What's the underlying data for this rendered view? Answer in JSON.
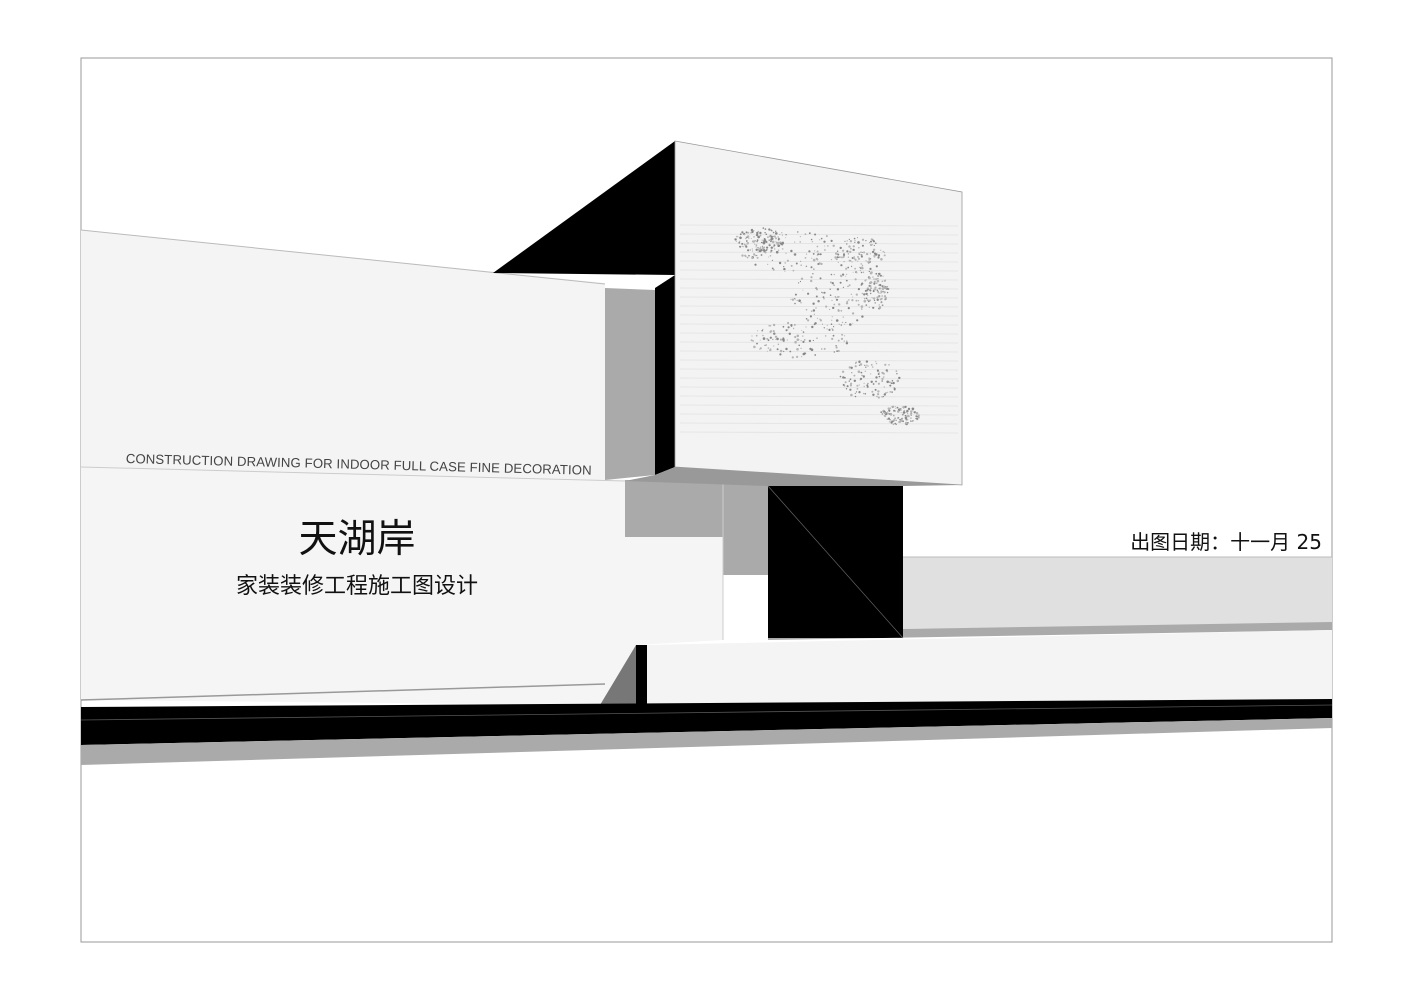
{
  "cover": {
    "subtitle_en": "CONSTRUCTION DRAWING FOR INDOOR FULL CASE FINE DECORATION",
    "title": "天湖岸",
    "subtitle": "家装装修工程施工图设计",
    "date_label": "出图日期：十一月 25"
  },
  "colors": {
    "frame": "#999999",
    "wall": "#f4f4f4",
    "mid_gray": "#aaaaaa",
    "light_gray": "#e0e0e0",
    "black": "#000000"
  }
}
